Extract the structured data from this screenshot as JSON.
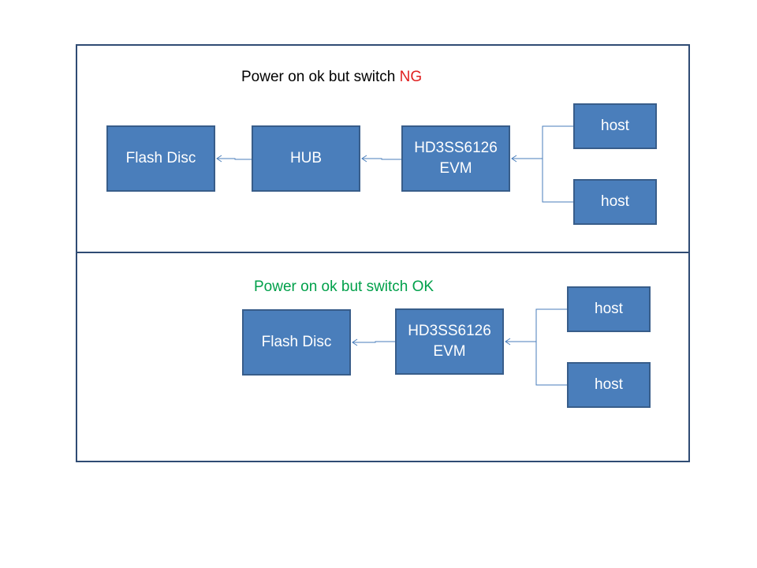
{
  "colors": {
    "box_fill": "#4a7ebb",
    "box_border": "#385d8a",
    "connector": "#4a7ebb",
    "frame": "#2f4b73",
    "ng_red": "#e02020",
    "ok_green": "#00a04a"
  },
  "top": {
    "title_prefix": "Power on ok but switch ",
    "title_status": "NG",
    "flash_disc": "Flash Disc",
    "hub": "HUB",
    "evm_line1": "HD3SS6126",
    "evm_line2": "EVM",
    "host_a": "host",
    "host_b": "host"
  },
  "bottom": {
    "title": "Power on ok but switch OK",
    "flash_disc": "Flash Disc",
    "evm_line1": "HD3SS6126",
    "evm_line2": "EVM",
    "host_a": "host",
    "host_b": "host"
  }
}
